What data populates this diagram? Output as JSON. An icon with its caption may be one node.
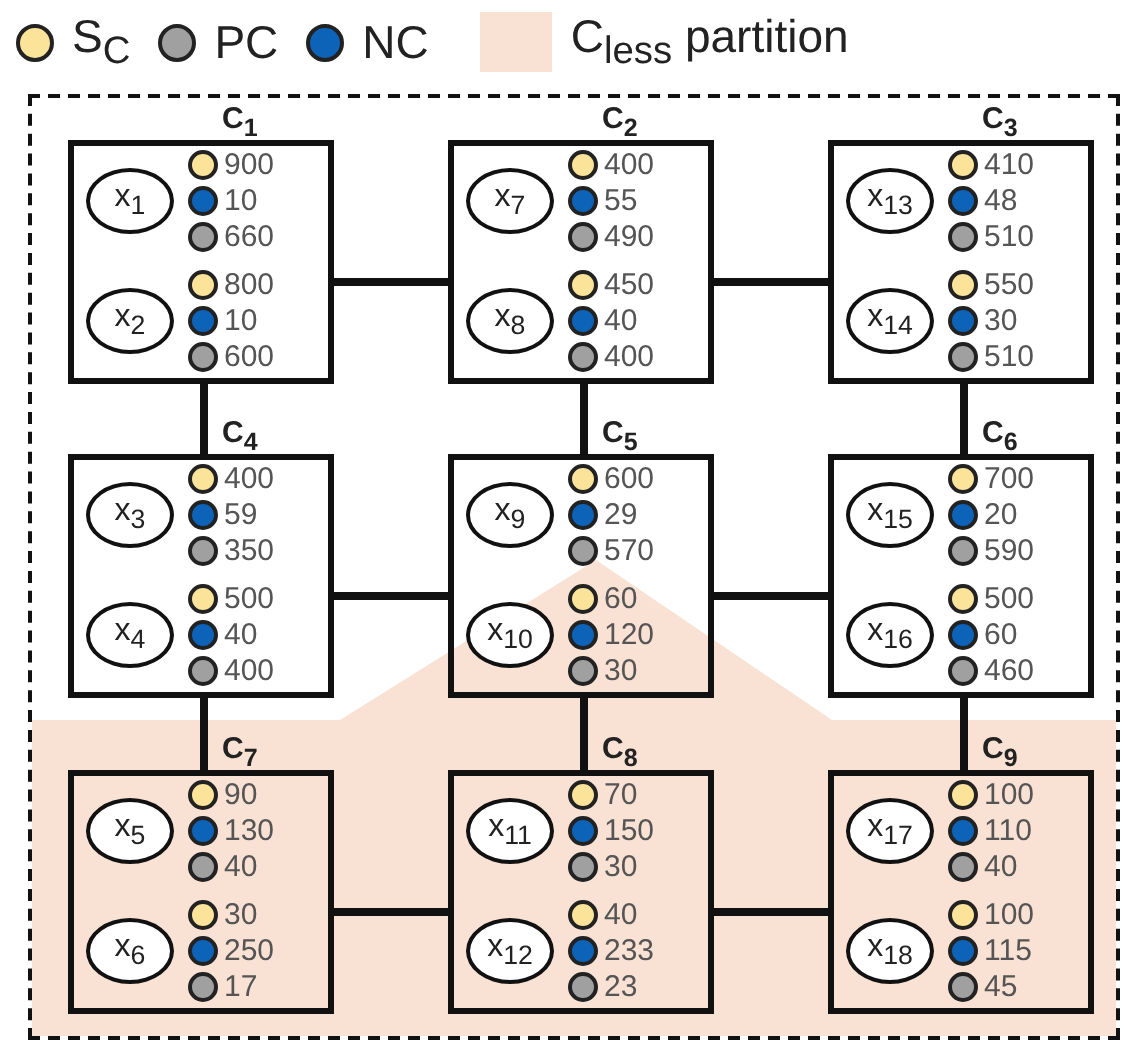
{
  "diagram": {
    "nodes": [
      {
        "text": [],
        "shape": "box"
      },
      {
        "text": [
          "C$_{1}$"
        ],
        "in": 0
      },
      {
        "text": [
          "x$_{1}$"
        ],
        "in": 1,
        "beside": [
          "900",
          "10",
          "660"
        ]
      },
      {
        "text": [
          "x$_{2}$"
        ],
        "in": 1,
        "beside": [
          "800",
          "10",
          "600"
        ]
      },
      {
        "text": [
          "C$_{2}$"
        ],
        "in": 0
      },
      {
        "text": [
          "x$_{7}$"
        ],
        "in": 4,
        "beside": [
          "400",
          "55",
          "490"
        ]
      },
      {
        "text": [
          "x$_{8}$"
        ],
        "in": 4,
        "beside": [
          "450",
          "40",
          "400"
        ]
      },
      {
        "text": [
          "C$_{3}$"
        ],
        "in": 0
      },
      {
        "text": [
          "x$_{13}$"
        ],
        "in": 7,
        "beside": [
          "410",
          "48",
          "510"
        ]
      },
      {
        "text": [
          "x$_{14}$"
        ],
        "in": 7,
        "beside": [
          "550",
          "30",
          "510"
        ]
      },
      {
        "text": [
          "C$_{4}$"
        ],
        "in": 0
      },
      {
        "text": [
          "x$_{3}$"
        ],
        "in": 10,
        "beside": [
          "400",
          "59",
          "350"
        ]
      },
      {
        "text": [
          "x$_{4}$"
        ],
        "in": 10,
        "beside": [
          "500",
          "40",
          "400"
        ]
      },
      {
        "text": [
          "C$_{5}$"
        ],
        "in": 0
      },
      {
        "text": [
          "x$_{9}$"
        ],
        "in": 13,
        "beside": [
          "600",
          "29",
          "570"
        ]
      },
      {
        "text": [
          "x$_{10}$"
        ],
        "in": 13,
        "beside": [
          "60",
          "120",
          "30"
        ]
      },
      {
        "text": [
          "C$_{6}$"
        ],
        "in": 0
      },
      {
        "text": [
          "x$_{15}$"
        ],
        "in": 16,
        "beside": [
          "700",
          "20",
          "590"
        ]
      },
      {
        "text": [
          "x$_{16}$"
        ],
        "in": 16,
        "beside": [
          "500",
          "60",
          "460"
        ]
      },
      {
        "text": [
          "C$_{7}$"
        ],
        "in": 0
      },
      {
        "text": [
          "x$_{5}$"
        ],
        "in": 19,
        "beside": [
          "90",
          "130",
          "40"
        ]
      },
      {
        "text": [
          "x$_{6}$"
        ],
        "in": 19,
        "beside": [
          "30",
          "250",
          "17"
        ]
      },
      {
        "text": [
          "C$_{8}$"
        ],
        "in": 0
      },
      {
        "text": [
          "x$_{11}$"
        ],
        "in": 22,
        "beside": [
          "70",
          "150",
          "30"
        ]
      },
      {
        "text": [
          "x$_{12}$"
        ],
        "in": 22,
        "beside": [
          "40",
          "233",
          "23"
        ]
      },
      {
        "text": [
          "C$_{9}$"
        ],
        "in": 0
      },
      {
        "text": [
          "x$_{17}$"
        ],
        "in": 25,
        "beside": [
          "100",
          "110",
          "40"
        ]
      },
      {
        "text": [
          "x$_{18}$"
        ],
        "in": 25,
        "beside": [
          "100",
          "115",
          "45"
        ]
      }
    ],
    "edges": [
      {
        "from": 1,
        "to": 4,
        "arrow": "none"
      },
      {
        "from": 4,
        "to": 7,
        "arrow": "none"
      },
      {
        "from": 1,
        "to": 10,
        "arrow": "none"
      },
      {
        "from": 4,
        "to": 13,
        "arrow": "none"
      },
      {
        "from": 7,
        "to": 16,
        "arrow": "none"
      },
      {
        "from": 10,
        "to": 13,
        "arrow": "none"
      },
      {
        "from": 13,
        "to": 16,
        "arrow": "none"
      },
      {
        "from": 10,
        "to": 19,
        "arrow": "none"
      },
      {
        "from": 13,
        "to": 22,
        "arrow": "none"
      },
      {
        "from": 16,
        "to": 25,
        "arrow": "none"
      },
      {
        "from": 19,
        "to": 22,
        "arrow": "none"
      },
      {
        "from": 22,
        "to": 25,
        "arrow": "none"
      }
    ],
    "legend": [
      {
        "text": "S$_{C}$",
        "color": "#fbe39a"
      },
      {
        "text": "PC",
        "color": "#a0a0a0"
      },
      {
        "text": "NC",
        "color": "#0d63b8"
      },
      {
        "text": "C$_{less}$ partition",
        "color": "#f9e1d3"
      }
    ]
  }
}
